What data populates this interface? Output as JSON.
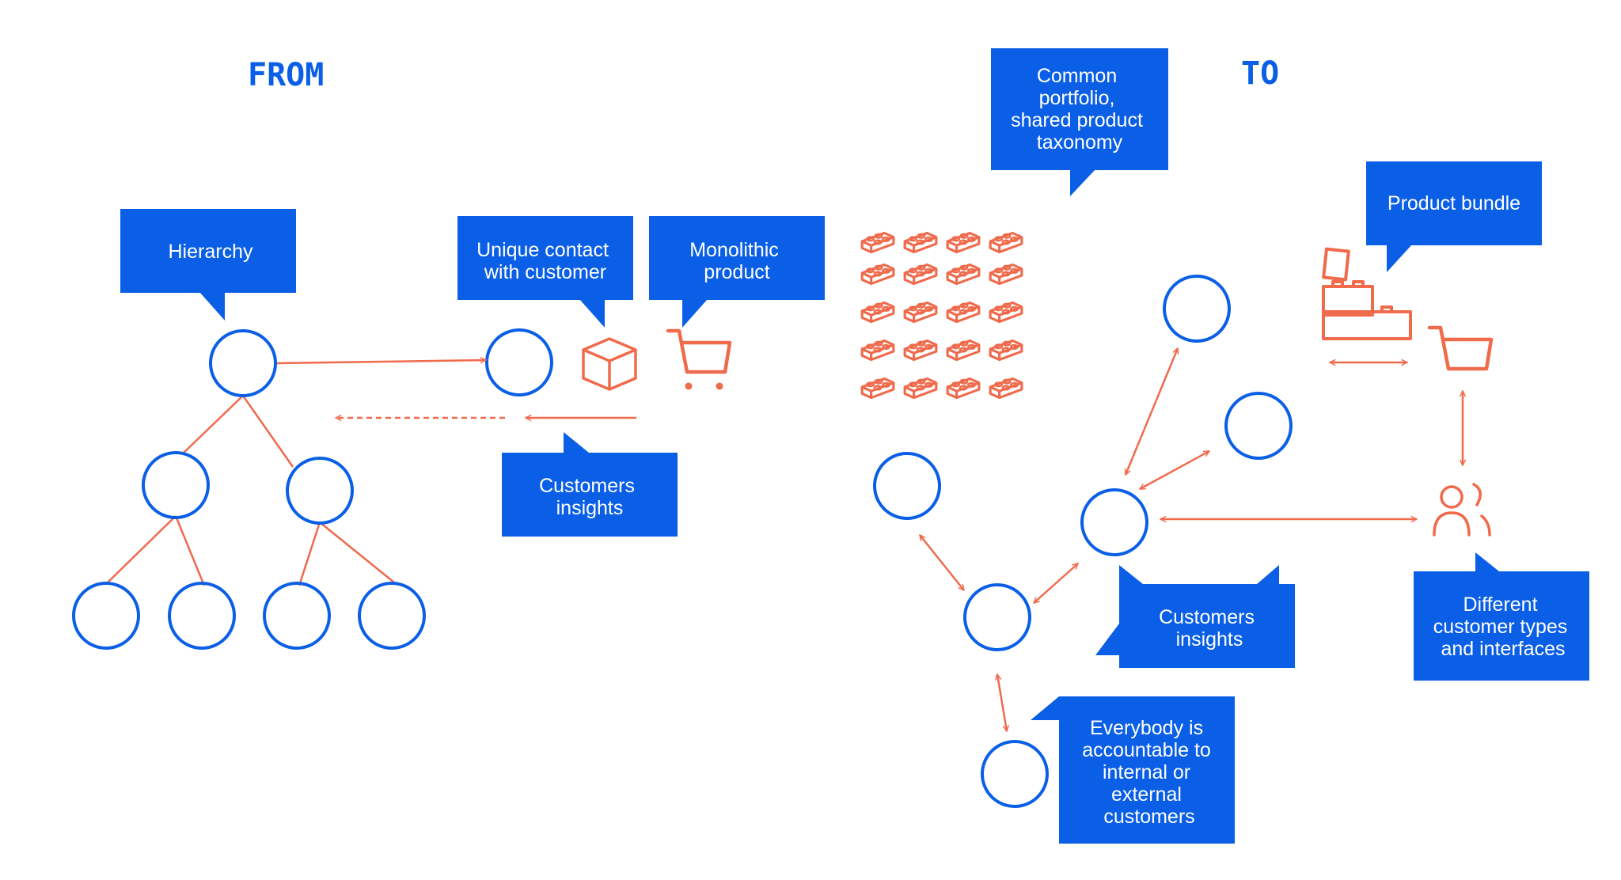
{
  "colors": {
    "blue": "#0a5fe6",
    "orange": "#f06a4c",
    "white": "#ffffff"
  },
  "headings": {
    "from": "FROM",
    "to": "TO"
  },
  "callouts": {
    "hierarchy": [
      "Hierarchy"
    ],
    "unique_contact": [
      "Unique contact",
      "with customer"
    ],
    "monolithic": [
      "Monolithic",
      "product"
    ],
    "insights_from": [
      "Customers",
      "insights"
    ],
    "common_portfolio": [
      "Common",
      "portfolio,",
      "shared product",
      "taxonomy"
    ],
    "product_bundle": [
      "Product bundle"
    ],
    "insights_to": [
      "Customers",
      "insights"
    ],
    "customer_types": [
      "Different",
      "customer types",
      "and interfaces"
    ],
    "accountable": [
      "Everybody is",
      "accountable to",
      "internal or",
      "external",
      "customers"
    ]
  },
  "icons": {
    "box": "box-icon",
    "cart_from": "shopping-cart-icon",
    "cart_to": "shopping-cart-icon",
    "bricks": "lego-brick-icon",
    "bundle": "stacked-bricks-icon",
    "people": "users-icon"
  }
}
